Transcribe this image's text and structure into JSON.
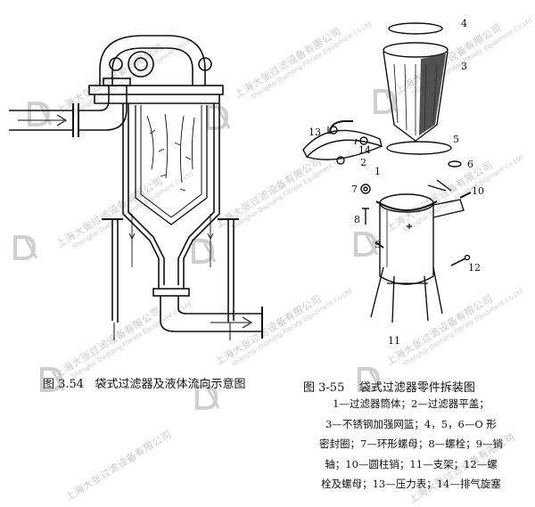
{
  "figure_left": {
    "caption_number": "图 3.54",
    "caption_text": "袋式过滤器及液体流向示意图"
  },
  "figure_right": {
    "caption_number": "图 3-55",
    "caption_text": "袋式过滤器零件拆装图",
    "part_labels": [
      "1",
      "2",
      "3",
      "4",
      "5",
      "6",
      "7",
      "8",
      "9",
      "10",
      "11",
      "12",
      "13",
      "14"
    ],
    "legend_lines": [
      "1—过滤器筒体；2—过滤器平盖；",
      "3—不锈钢加强网篮；4，5，6—O 形",
      "密封圈；7—环形螺母；8—螺栓；9—销",
      "轴；10—圆柱销；11—支架；12—螺",
      "栓及螺母；13—压力表；14—排气旋塞"
    ]
  },
  "watermark": {
    "cn": "上海大张过滤设备有限公司",
    "en": "Shanghai Dazhang Filtrate Equipment Co.Ltd",
    "color": "#c9c9c9"
  }
}
